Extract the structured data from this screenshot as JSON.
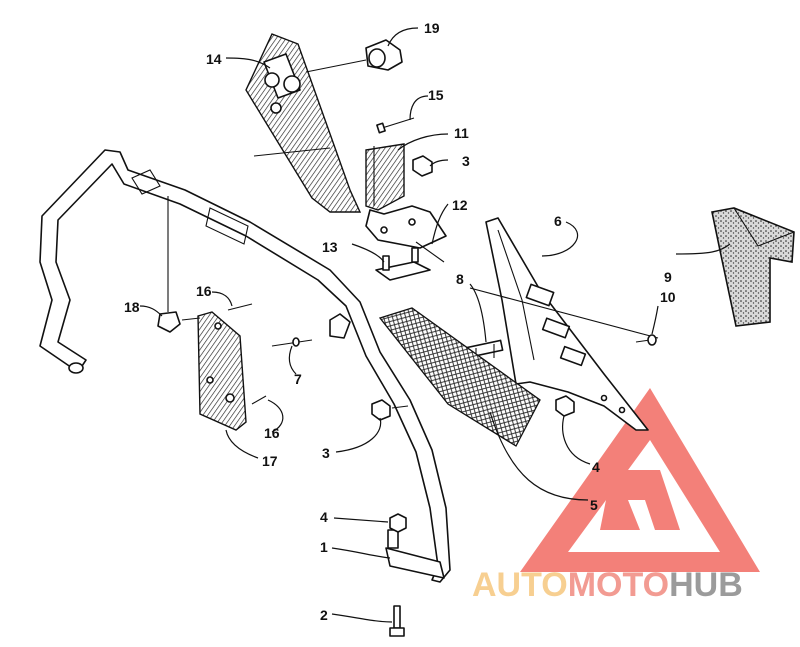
{
  "diagram": {
    "callouts": [
      {
        "id": "19",
        "text": "19"
      },
      {
        "id": "14",
        "text": "14"
      },
      {
        "id": "15",
        "text": "15"
      },
      {
        "id": "11",
        "text": "11"
      },
      {
        "id": "3a",
        "text": "3"
      },
      {
        "id": "12",
        "text": "12"
      },
      {
        "id": "6",
        "text": "6"
      },
      {
        "id": "13",
        "text": "13"
      },
      {
        "id": "8",
        "text": "8"
      },
      {
        "id": "9",
        "text": "9"
      },
      {
        "id": "10",
        "text": "10"
      },
      {
        "id": "18",
        "text": "18"
      },
      {
        "id": "16a",
        "text": "16"
      },
      {
        "id": "7",
        "text": "7"
      },
      {
        "id": "16b",
        "text": "16"
      },
      {
        "id": "17",
        "text": "17"
      },
      {
        "id": "3b",
        "text": "3"
      },
      {
        "id": "4a",
        "text": "4"
      },
      {
        "id": "5",
        "text": "5"
      },
      {
        "id": "4b",
        "text": "4"
      },
      {
        "id": "1",
        "text": "1"
      },
      {
        "id": "2",
        "text": "2"
      }
    ]
  },
  "watermark": {
    "part1": "AUTO",
    "part2": "MOTO",
    "part3": "HUB",
    "color_auto": "#f6c77e",
    "color_moto": "#f08a80",
    "color_hub": "#8a8a8a",
    "triangle_color": "#f26b62"
  }
}
